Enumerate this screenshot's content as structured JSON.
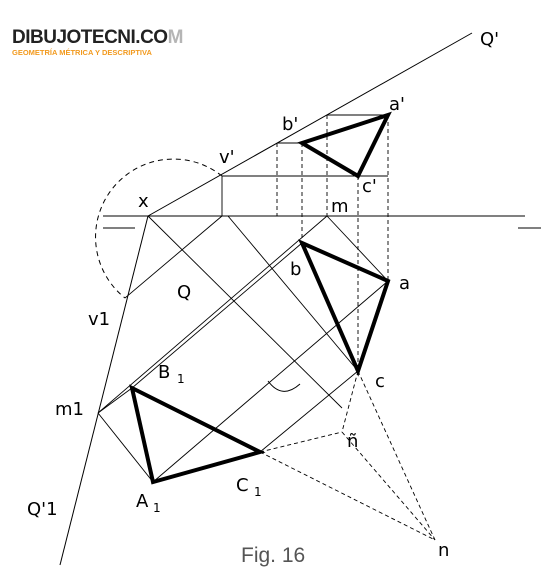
{
  "logo": {
    "brand_main": "DIBUJOTECNI.CO",
    "brand_faded": "M",
    "tagline": "GEOMETRÍA MÉTRICA Y DESCRIPTIVA"
  },
  "colors": {
    "brand_dark": "#222222",
    "brand_faded": "#b5b5b5",
    "tagline": "#f29a1f",
    "caption": "#555555"
  },
  "labels": {
    "Q_prime": "Q'",
    "a_prime": "a'",
    "b_prime": "b'",
    "v_prime": "v'",
    "c_prime": "c'",
    "x": "x",
    "m": "m",
    "b": "b",
    "a": "a",
    "Q": "Q",
    "v1": "v1",
    "c": "c",
    "m1": "m1",
    "B1": "B",
    "B1_sub": "1",
    "n_tilde": "ñ",
    "C1": "C",
    "C1_sub": "1",
    "Q1_prime": "Q'1",
    "A1": "A",
    "A1_sub": "1",
    "n": "n"
  },
  "caption": "Fig. 16"
}
